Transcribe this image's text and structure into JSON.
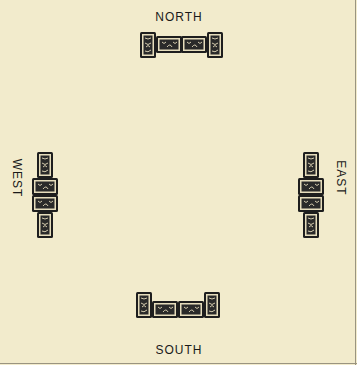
{
  "diagram": {
    "labels": [
      "NORTH",
      "WEST",
      "EAST",
      "SOUTH"
    ]
  }
}
